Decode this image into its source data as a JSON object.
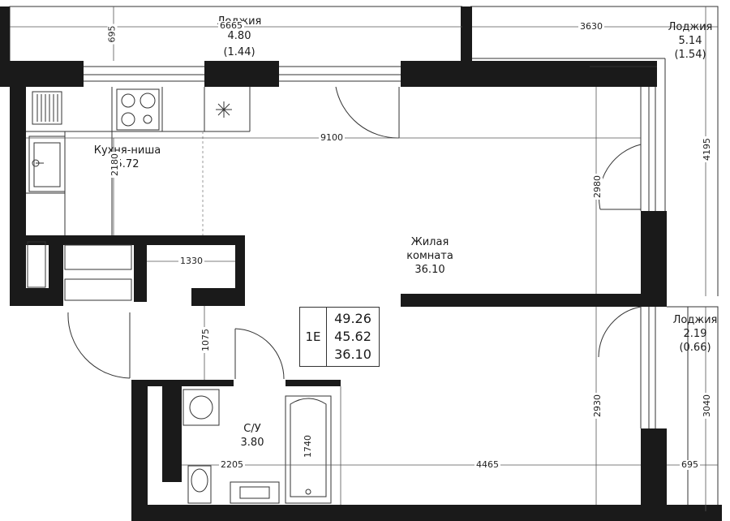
{
  "rooms": {
    "loggia_top_left": {
      "name": "Лоджия",
      "area": "4.80",
      "reduced": "(1.44)"
    },
    "loggia_top_right": {
      "name": "Лоджия",
      "area": "5.14",
      "reduced": "(1.54)"
    },
    "loggia_right": {
      "name": "Лоджия",
      "area": "2.19",
      "reduced": "(0.66)"
    },
    "kitchen": {
      "name": "Кухня-ниша",
      "area": "5.72"
    },
    "living": {
      "name_line1": "Жилая",
      "name_line2": "комната",
      "area": "36.10"
    },
    "bathroom": {
      "name": "С/У",
      "area": "3.80"
    }
  },
  "dimensions": {
    "d6665": "6665",
    "d695_top": "695",
    "d3630": "3630",
    "d9100": "9100",
    "d2180": "2180",
    "d2980": "2980",
    "d4195": "4195",
    "d1330": "1330",
    "d1075": "1075",
    "d1740": "1740",
    "d2205": "2205",
    "d4465": "4465",
    "d2930": "2930",
    "d3040": "3040",
    "d695_right": "695"
  },
  "apartment": {
    "code": "1Е",
    "total_area": "49.26",
    "living_area_total": "45.62",
    "living_area": "36.10"
  },
  "colors": {
    "wall": "#1a1a1a",
    "line": "#333333",
    "dim_line": "#555555"
  }
}
